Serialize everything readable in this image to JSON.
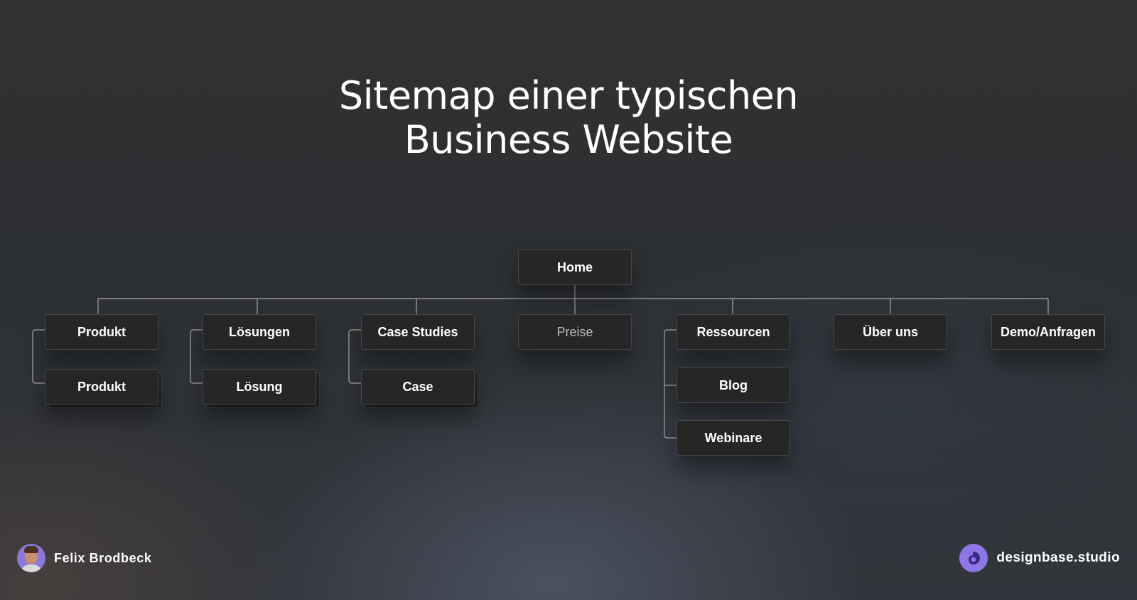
{
  "title": {
    "line1": "Sitemap einer typischen",
    "line2": "Business Website"
  },
  "sitemap": {
    "root": "Home",
    "sections": [
      {
        "label": "Produkt",
        "children": [
          "Produkt"
        ],
        "stacked": true
      },
      {
        "label": "Lösungen",
        "children": [
          "Lösung"
        ],
        "stacked": true
      },
      {
        "label": "Case Studies",
        "children": [
          "Case"
        ],
        "stacked": true
      },
      {
        "label": "Preise",
        "children": [],
        "muted": true
      },
      {
        "label": "Ressourcen",
        "children": [
          "Blog",
          "Webinare"
        ]
      },
      {
        "label": "Über uns",
        "children": []
      },
      {
        "label": "Demo/Anfragen",
        "children": []
      }
    ]
  },
  "footer": {
    "author": "Felix Brodbeck",
    "brand": "designbase.studio",
    "avatar_color": "#8b79d8",
    "logo_color": "#8d76e6"
  }
}
